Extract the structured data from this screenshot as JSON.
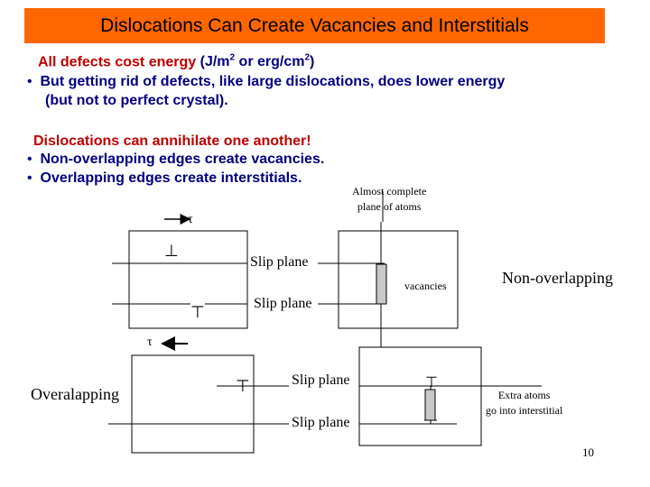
{
  "title": "Dislocations Can Create Vacancies and Interstitials",
  "energy": {
    "label": "All defects cost energy",
    "units_prefix": "(J/m",
    "units_exp1": "2",
    "units_mid": " or erg/cm",
    "units_exp2": "2",
    "units_suffix": ")",
    "bullet_line1": "But getting rid of defects, like large dislocations, does lower energy",
    "bullet_line2": "(but not to perfect crystal)."
  },
  "annihilate": {
    "heading": "Dislocations can annihilate one another!",
    "bullets": [
      "Non-overlapping edges create vacancies.",
      "Overlapping edges create interstitials."
    ]
  },
  "diagram": {
    "almost_complete_1": "Almost complete",
    "almost_complete_2": "plane of atoms",
    "tau_top": "τ",
    "tau_bottom": "τ",
    "slip_plane_1": "Slip plane",
    "slip_plane_2": "Slip plane",
    "slip_plane_3": "Slip plane",
    "slip_plane_4": "Slip plane",
    "vacancies": "vacancies",
    "non_overlapping": "Non-overlapping",
    "overlapping": "Overalapping",
    "extra_atoms_1": "Extra atoms",
    "extra_atoms_2": "go into interstitial",
    "dislocation_up": "⊥",
    "dislocation_down": "⊤",
    "page_number": "10"
  },
  "colors": {
    "title_bg": "#ff6600",
    "red_text": "#c00000",
    "navy_text": "#000080",
    "vacancy_fill": "#c8c8c8"
  }
}
